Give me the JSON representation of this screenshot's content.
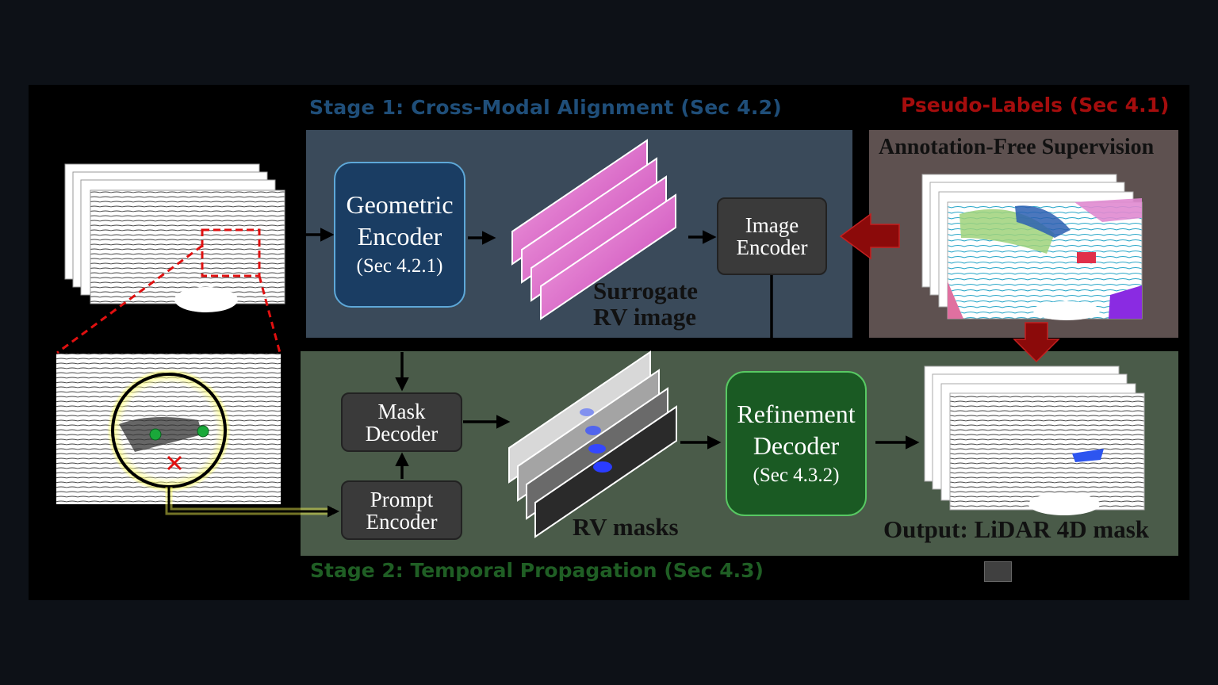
{
  "stage1": {
    "title": "Stage 1: Cross-Modal Alignment (Sec 4.2)"
  },
  "pseudo": {
    "title": "Pseudo-Labels (Sec 4.1)",
    "annotation": "Annotation-Free Supervision"
  },
  "stage2": {
    "title": "Stage 2: Temporal Propagation (Sec 4.3)"
  },
  "geometric_encoder": {
    "line1": "Geometric",
    "line2": "Encoder",
    "sec": "(Sec 4.2.1)"
  },
  "image_encoder": {
    "line1": "Image",
    "line2": "Encoder"
  },
  "mask_decoder": {
    "line1": "Mask",
    "line2": "Decoder"
  },
  "prompt_encoder": {
    "line1": "Prompt",
    "line2": "Encoder"
  },
  "refinement_decoder": {
    "line1": "Refinement",
    "line2": "Decoder",
    "sec": "(Sec 4.3.2)"
  },
  "surrogate": {
    "line1": "Surrogate",
    "line2": "RV image"
  },
  "rv_masks": {
    "label": "RV masks"
  },
  "output": {
    "label": "Output: LiDAR 4D mask"
  },
  "colors": {
    "stage1_title": "#1f4e79",
    "pseudo_title": "#a50d0d",
    "stage2_title": "#1f5e24",
    "stage1_panel": "#3a4a5a",
    "pseudo_panel": "#5e5150",
    "stage2_panel": "#4a5b49",
    "red_arrow": "#8b0a0a",
    "highlight": "#d8d81a"
  },
  "icons": {
    "positive_points": "green-dot",
    "negative_point": "red-x"
  }
}
